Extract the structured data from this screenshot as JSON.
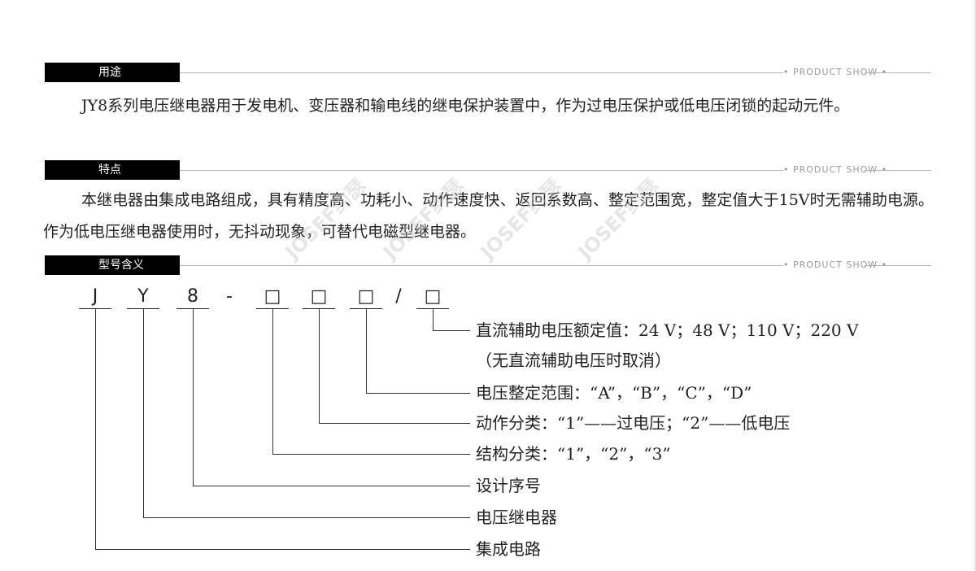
{
  "sections": [
    {
      "tag": "用途",
      "show": "• PRODUCT SHOW •"
    },
    {
      "tag": "特点",
      "show": "• PRODUCT SHOW •"
    },
    {
      "tag": "型号含义",
      "show": "• PRODUCT SHOW •"
    }
  ],
  "paragraphs": {
    "usage": "JY8系列电压继电器用于发电机、变压器和输电线的继电保护装置中，作为过电压保护或低电压闭锁的起动元件。",
    "features": "本继电器由集成电路组成，具有精度高、功耗小、动作速度快、返回系数高、整定范围宽，整定值大于15V时无需辅助电源。作为低电压继电器使用时，无抖动现象，可替代电磁型继电器。"
  },
  "watermark": "JOSEF约瑟",
  "model": {
    "chars": [
      "J",
      "Y",
      "8",
      "-",
      "□",
      "□",
      "□",
      "/",
      "□"
    ],
    "labels": [
      "直流辅助电压额定值：24 V；48 V；110 V；220 V",
      "（无直流辅助电压时取消）",
      "电压整定范围：“A”，“B”，“C”，“D”",
      "动作分类：“1”——过电压；“2”——低电压",
      "结构分类：“1”，“2”，“3”",
      "设计序号",
      "电压继电器",
      "集成电路"
    ]
  }
}
